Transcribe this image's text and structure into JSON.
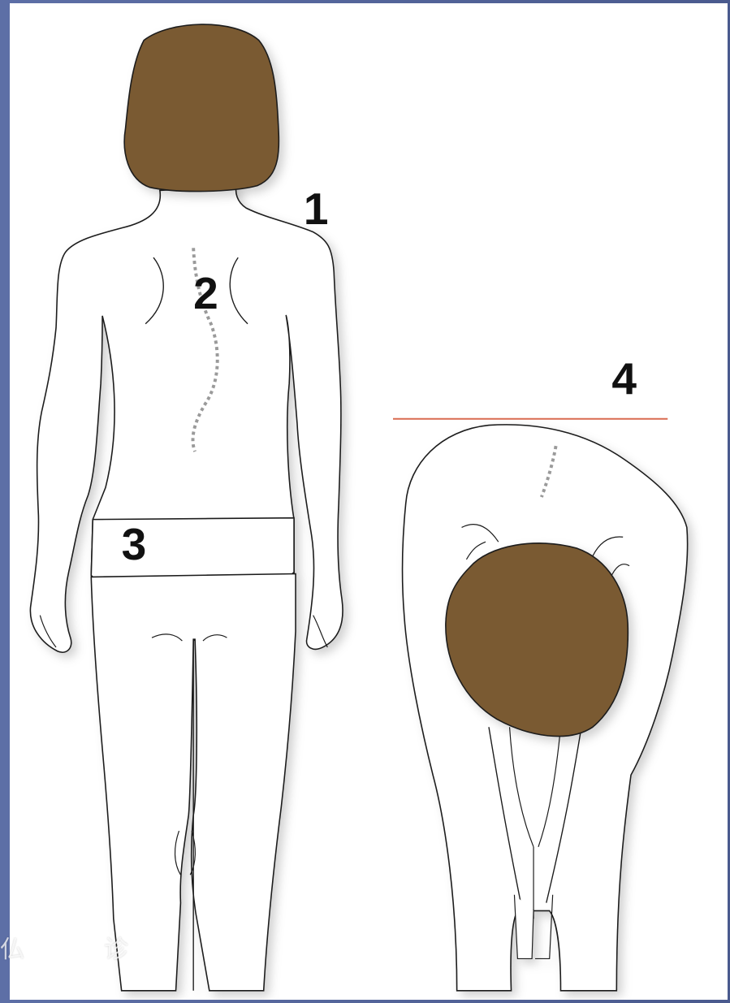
{
  "markers": [
    "1",
    "2",
    "3",
    "4"
  ],
  "watermark": "仏　　　诊",
  "colors": {
    "hair": "#7a5a33",
    "outline": "#1a1a1a",
    "spine_dots": "#9a9a9a",
    "level_line": "#d96a50",
    "background": "#4e5e93"
  }
}
